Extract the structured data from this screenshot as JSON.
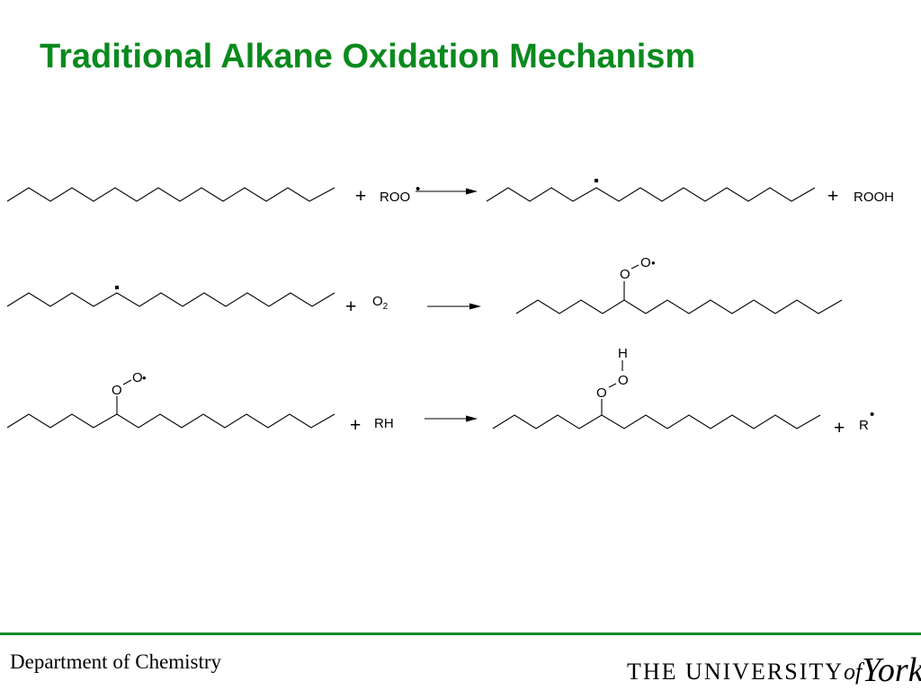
{
  "slide": {
    "title": "Traditional Alkane Oxidation Mechanism"
  },
  "reactions": [
    {
      "plus_1": "+",
      "reagent": "ROO",
      "radical_dot": "•",
      "plus_2": "+",
      "product": "ROOH"
    },
    {
      "plus_1": "+",
      "reagent_base": "O",
      "reagent_sub": "2",
      "product_o1": "O",
      "product_o2": "O",
      "product_dot": "•"
    },
    {
      "reactant_o1": "O",
      "reactant_o2": "O",
      "reactant_dot": "•",
      "plus_1": "+",
      "reagent": "RH",
      "product_h": "H",
      "product_o1": "O",
      "product_o2": "O",
      "plus_2": "+",
      "product_r": "R",
      "product_r_dot": "•"
    }
  ],
  "footer": {
    "department": "Department of Chemistry",
    "university_prefix": "THE UNIVERSITY",
    "university_of": "of",
    "university_name": "York"
  },
  "colors": {
    "title": "#0a8a1e",
    "rule": "#1a8a2a"
  }
}
